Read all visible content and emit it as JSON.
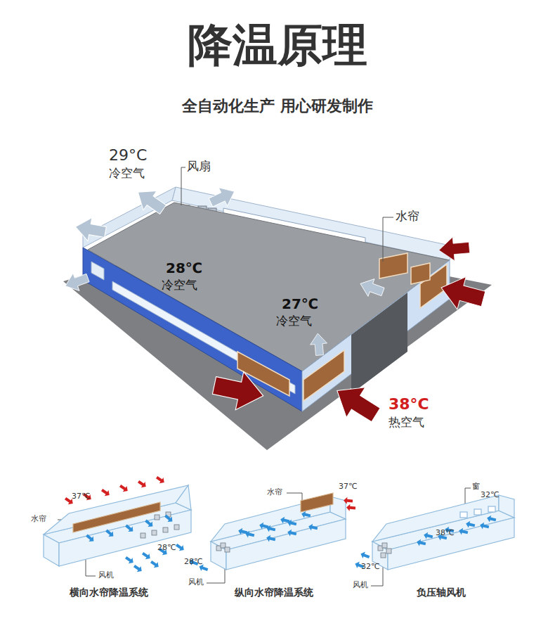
{
  "diagram": {
    "title": "降温原理",
    "labels": [
      "全自动化生产 用心研发制作",
      "29°C",
      "冷空气",
      "风扇",
      "水帘",
      "28℃",
      "冷空气",
      "27℃",
      "冷空气",
      "38°C",
      "热空气",
      "37℃",
      "水帘",
      "28℃",
      "风机",
      "横向水帘降温系统",
      "水帘",
      "37℃",
      "28℃",
      "风机",
      "纵向水帘降温系统",
      "窗",
      "32℃",
      "38℃",
      "32℃",
      "风机",
      "负压轴风机"
    ]
  }
}
